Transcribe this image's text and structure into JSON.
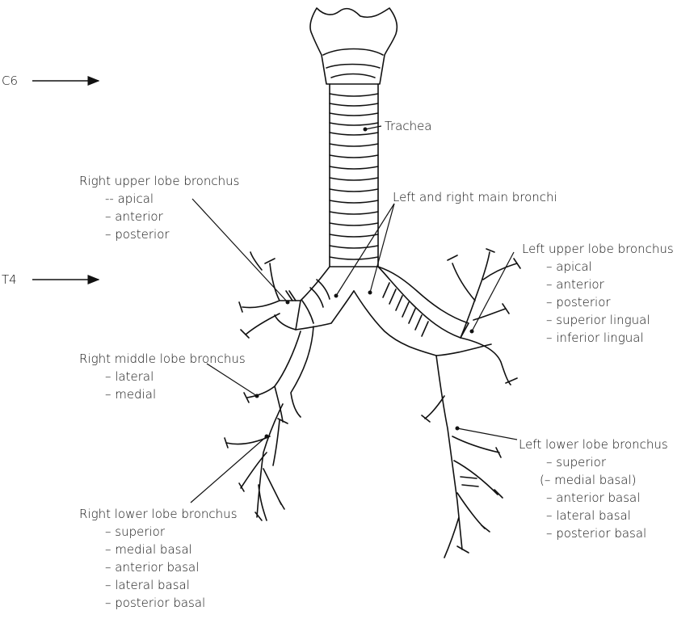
{
  "vertebral_markers": {
    "c6": "C6",
    "t4": "T4"
  },
  "labels": {
    "trachea": "Trachea",
    "main_bronchi": "Left and right main bronchi",
    "right_upper": {
      "title": "Right upper lobe bronchus",
      "items": [
        "-- apical",
        "– anterior",
        "– posterior"
      ]
    },
    "right_middle": {
      "title": "Right middle lobe bronchus",
      "items": [
        "– lateral",
        "– medial"
      ]
    },
    "right_lower": {
      "title": "Right lower lobe bronchus",
      "items": [
        "– superior",
        "– medial basal",
        "– anterior basal",
        "– lateral basal",
        "– posterior basal"
      ]
    },
    "left_upper": {
      "title": "Left upper lobe bronchus",
      "items": [
        "– apical",
        "– anterior",
        "– posterior",
        "– superior lingual",
        "– inferior lingual"
      ]
    },
    "left_lower": {
      "title": "Left lower lobe bronchus",
      "items": [
        "– superior",
        "(– medial basal)",
        "– anterior basal",
        "– lateral basal",
        "– posterior basal"
      ]
    }
  },
  "colors": {
    "ink": "#111111",
    "background": "#ffffff"
  }
}
